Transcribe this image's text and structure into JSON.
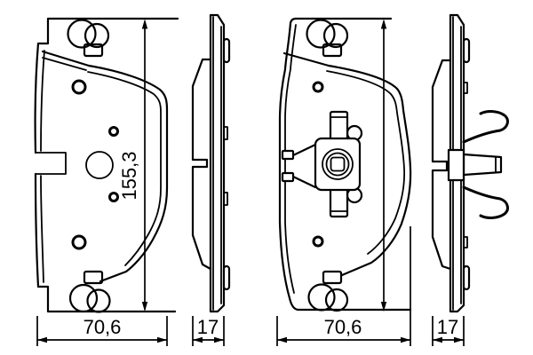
{
  "drawing": {
    "colors": {
      "background": "#ffffff",
      "line": "#000000"
    },
    "views": {
      "outer_pad_front": {
        "height_label": "155,3",
        "width_label": "70,6"
      },
      "outer_pad_side": {
        "thickness_label": "17"
      },
      "inner_pad_front": {
        "width_label": "70,6"
      },
      "inner_pad_side": {
        "thickness_label": "17"
      }
    }
  }
}
